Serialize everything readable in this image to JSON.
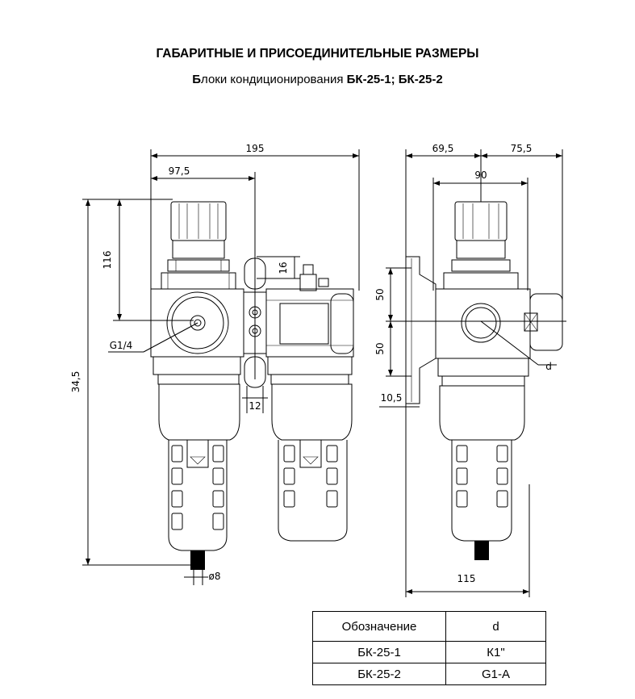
{
  "header": {
    "title": "ГАБАРИТНЫЕ И ПРИСОЕДИНИТЕЛЬНЫЕ РАЗМЕРЫ",
    "subtitle_prefix": "Б",
    "subtitle_lower": "локи кондиционирования",
    "subtitle_models": " БК-25-1; БК-25-2"
  },
  "front_view": {
    "dim_overall_width": "195",
    "dim_half_width": "97,5",
    "dim_top_height": "116",
    "dim_slot": "16",
    "dim_port_label": "G1/4",
    "dim_overall_height": "34,5",
    "dim_gap": "12",
    "dim_drain": "ø8"
  },
  "side_view": {
    "dim_left": "69,5",
    "dim_right": "75,5",
    "dim_width": "90",
    "dim_upper": "50",
    "dim_lower": "50",
    "dim_bracket": "10,5",
    "dim_port": "d",
    "dim_base": "115"
  },
  "table": {
    "headers": [
      "Обозначение",
      "d"
    ],
    "rows": [
      [
        "БК-25-1",
        "К1\""
      ],
      [
        "БК-25-2",
        "G1-A"
      ]
    ]
  }
}
